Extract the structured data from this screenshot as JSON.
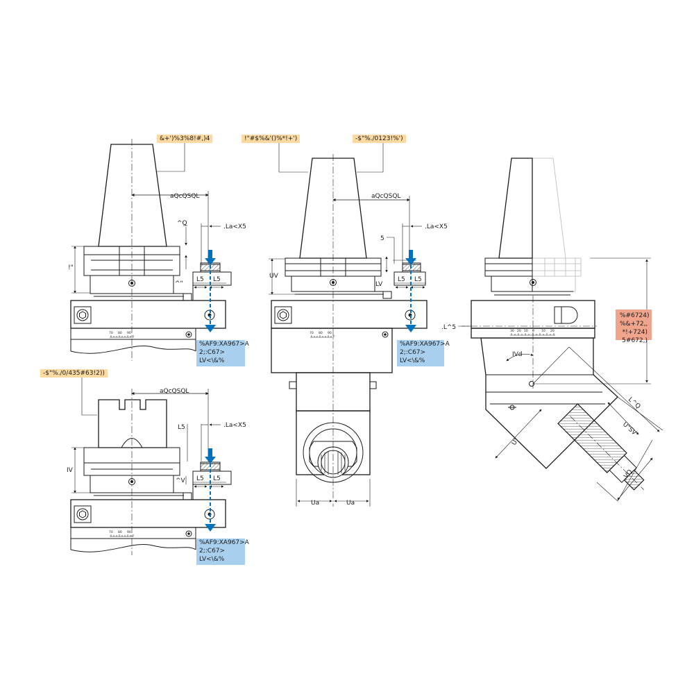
{
  "callouts": {
    "top_left_shank": "&+')%3%8!#,)4",
    "top_mid_shank": "!\"#$%&'()%*!+')",
    "top_mid_right": "-$\"%./0123!%')",
    "bottom_left_shank": "-$\"%./0/435#63!2))",
    "right_note": "%#6724)\n%&+72,,\n*!+724)\n5#672,)",
    "coolant_1": "%AF9:XA967>A\n2;:C67>\nLV<\\&%",
    "coolant_2": "%AF9:XA967>A\n2;:C67>\nLV<\\&%",
    "coolant_3": "%AF9:XA967>A\n2;:C67>\nLV<\\&%"
  },
  "dims": {
    "axis_offset": "aQcQSQL",
    "l5": "L5",
    "la": ".La<X5",
    "ring": "^Q",
    "height_left": "!\"",
    "small_gap": "^\"",
    "five": "5",
    "uv": "UV",
    "lv": "LV",
    "ua": "Ua",
    "iv": "IV",
    "av": "^V",
    "l_caret_5": ".L^5",
    "angle": "IVd",
    "diag_1": "L^Q",
    "diag_2": "U\"SV",
    "diag_3": ",VQ",
    "u_quote": "U\""
  },
  "scale": {
    "ticks_left": [
      "70",
      "80",
      "90"
    ],
    "ticks_right": [
      "30",
      "20",
      "10",
      "0",
      "10",
      "20"
    ]
  },
  "colors": {
    "line": "#1a1a1a",
    "accent_blue": "#0071bc",
    "label_tan": "#fbd9a0",
    "label_blue": "#a9cfee",
    "label_salmon": "#f0a48c"
  }
}
